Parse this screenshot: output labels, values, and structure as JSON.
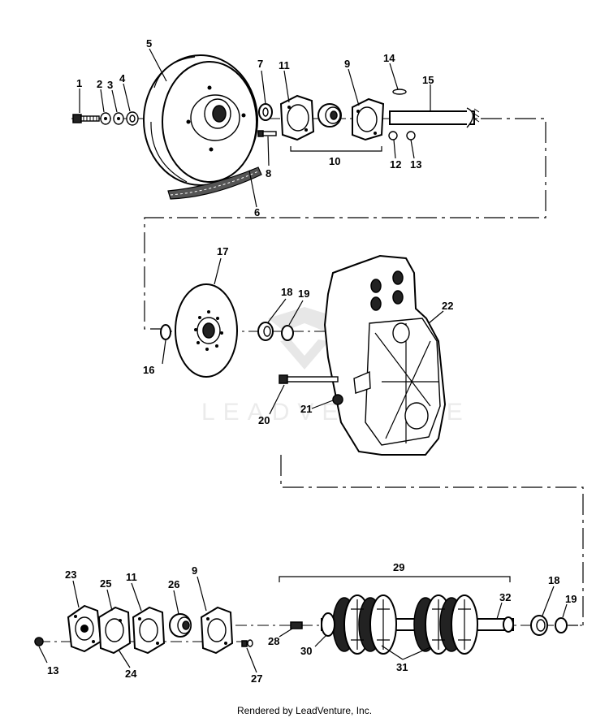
{
  "watermark": "LEADVENTURE",
  "footer": "Rendered by LeadVenture, Inc.",
  "callouts": {
    "c1": "1",
    "c2": "2",
    "c3": "3",
    "c4": "4",
    "c5": "5",
    "c6": "6",
    "c7": "7",
    "c8": "8",
    "c9a": "9",
    "c10": "10",
    "c11a": "11",
    "c12": "12",
    "c13a": "13",
    "c14": "14",
    "c15": "15",
    "c16": "16",
    "c17": "17",
    "c18a": "18",
    "c19a": "19",
    "c20": "20",
    "c21": "21",
    "c22": "22",
    "c23": "23",
    "c24": "24",
    "c25": "25",
    "c11b": "11",
    "c26": "26",
    "c9b": "9",
    "c27": "27",
    "c28": "28",
    "c29": "29",
    "c30": "30",
    "c31": "31",
    "c32": "32",
    "c18b": "18",
    "c19b": "19",
    "c13b": "13"
  }
}
